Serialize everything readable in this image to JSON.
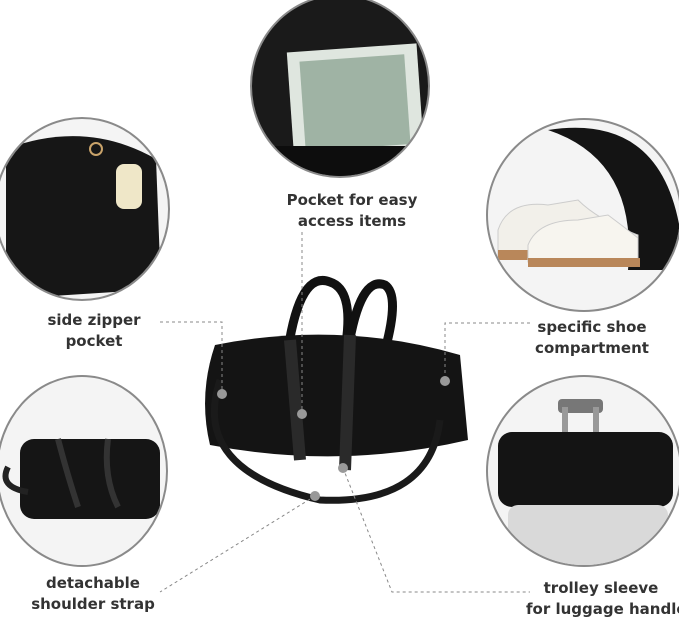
{
  "callouts": {
    "pocket": {
      "line1": "Pocket for easy",
      "line2": "access items"
    },
    "side_pocket": {
      "line1": "side zipper",
      "line2": "pocket"
    },
    "shoe": {
      "line1": "specific shoe",
      "line2": "compartment"
    },
    "strap": {
      "line1": "detachable",
      "line2": "shoulder strap"
    },
    "trolley": {
      "line1": "trolley sleeve",
      "line2": "for luggage handle"
    }
  },
  "colors": {
    "bag": "#111111",
    "line": "#888888",
    "text": "#333333",
    "sole": "#b9875a"
  }
}
